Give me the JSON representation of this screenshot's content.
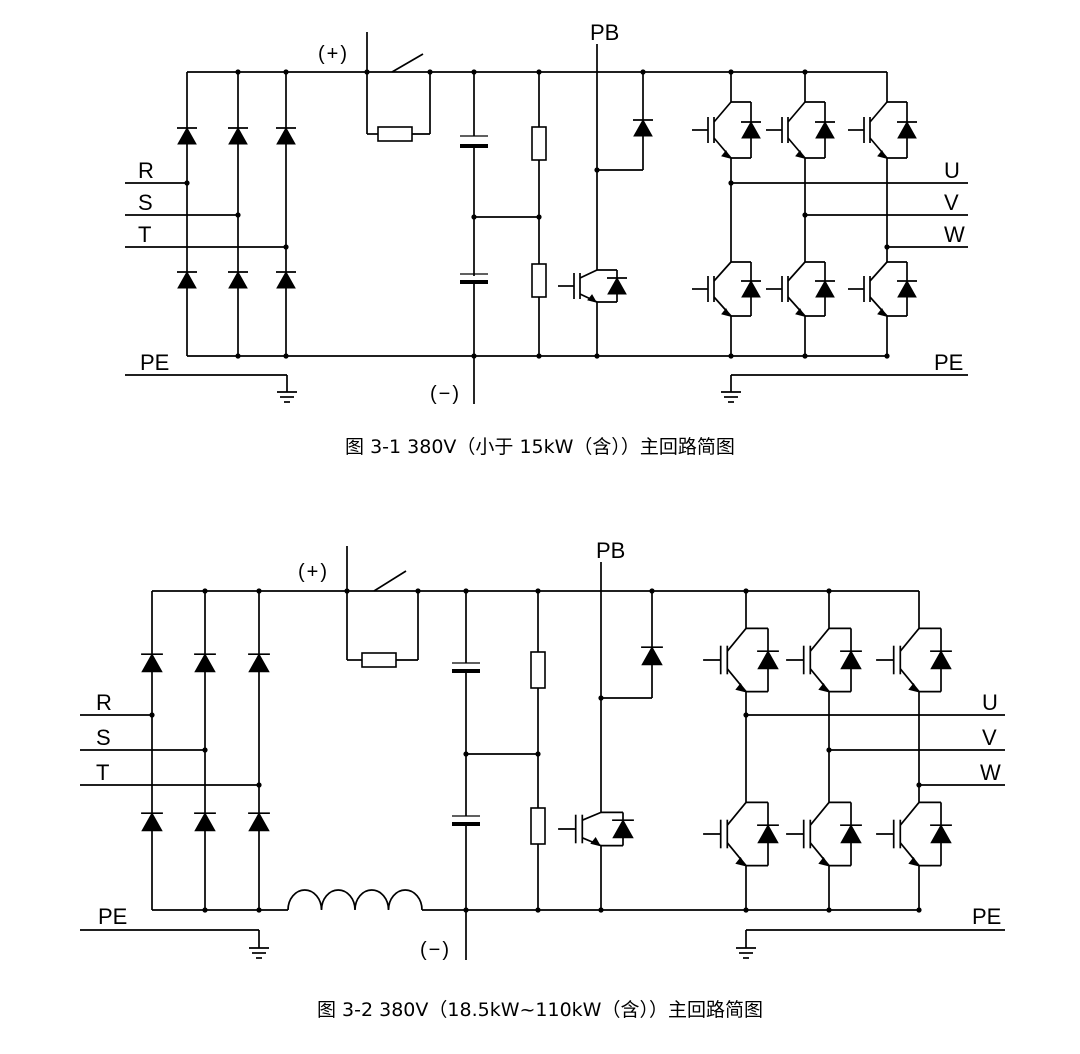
{
  "labels": {
    "plus": "(+)",
    "minus": "(−)",
    "pb": "PB",
    "r": "R",
    "s": "S",
    "t": "T",
    "u": "U",
    "v": "V",
    "w": "W",
    "pe": "PE"
  },
  "figures": [
    {
      "caption": "图 3-1 380V（小于 15kW（含））主回路简图"
    },
    {
      "caption": "图 3-2 380V（18.5kW~110kW（含））主回路简图"
    }
  ]
}
